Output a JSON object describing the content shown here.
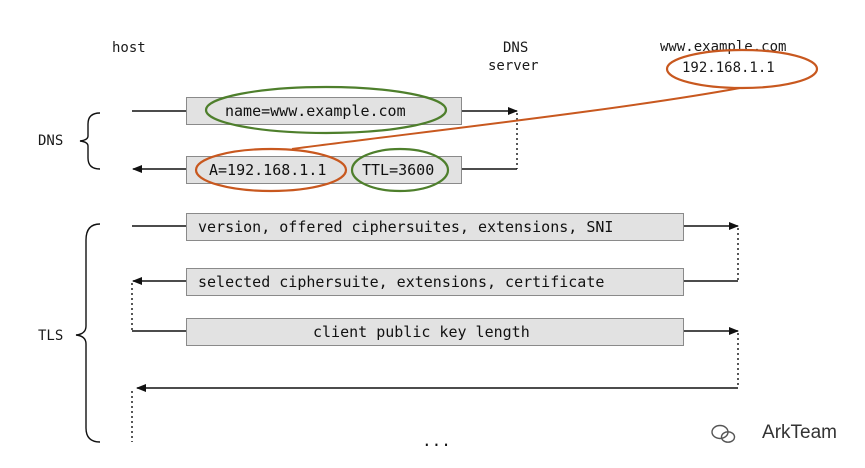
{
  "participants": {
    "host": "host",
    "dns_server_line1": "DNS",
    "dns_server_line2": "server",
    "remote_name": "www.example.com",
    "remote_ip": "192.168.1.1"
  },
  "phases": {
    "dns": "DNS",
    "tls": "TLS"
  },
  "dns_messages": {
    "query": "name=www.example.com",
    "answer_a": "A=192.168.1.1",
    "answer_ttl": "TTL=3600"
  },
  "tls_messages": [
    "version, offered ciphersuites, extensions, SNI",
    "selected ciphersuite, extensions, certificate",
    "client public key length"
  ],
  "ellipsis": "...",
  "watermark": "ArkTeam",
  "colors": {
    "highlight_green": "#4e7f2c",
    "highlight_orange": "#c8581f",
    "message_fill": "#e2e2e2"
  }
}
